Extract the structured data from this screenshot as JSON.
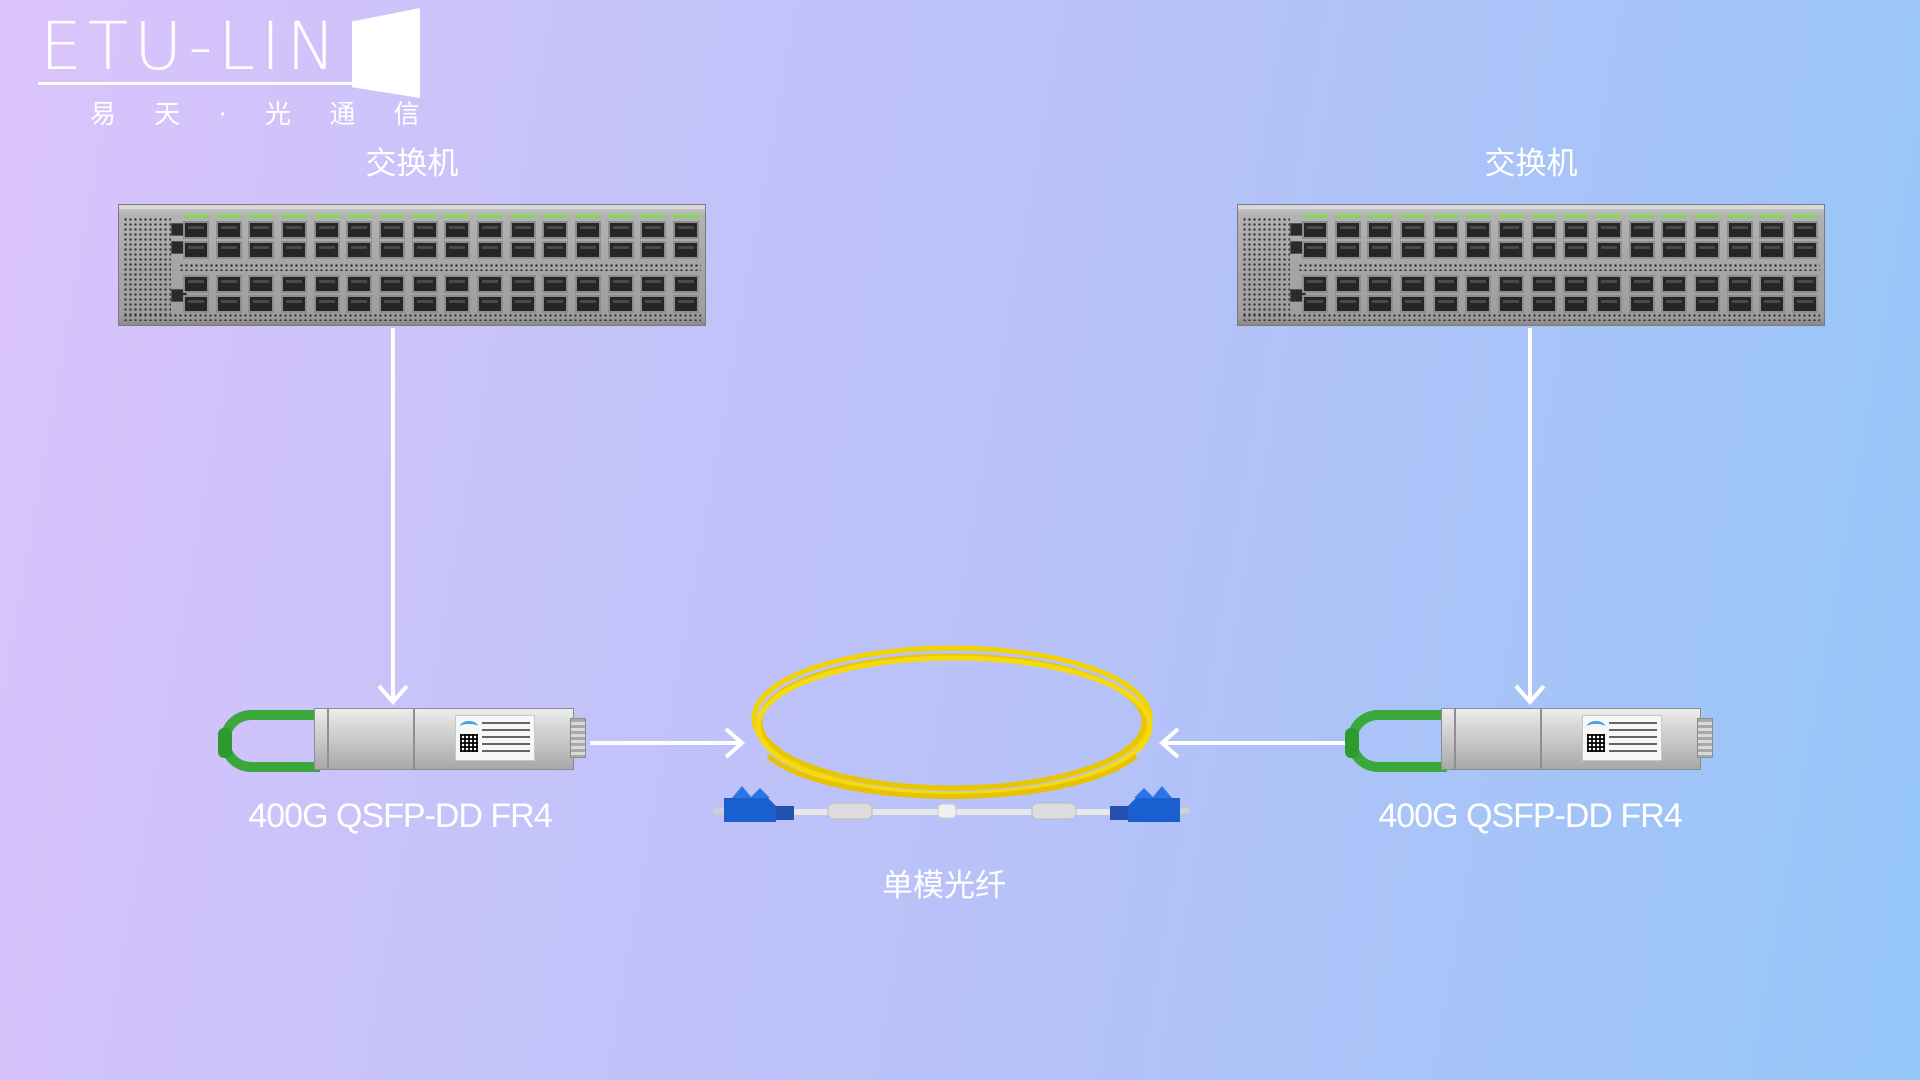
{
  "logo": {
    "brand": "ETU-LINK",
    "tagline": "易 天 · 光 通 信"
  },
  "left_switch": {
    "title": "交换机"
  },
  "right_switch": {
    "title": "交换机"
  },
  "left_module": {
    "label": "400G QSFP-DD FR4"
  },
  "right_module": {
    "label": "400G QSFP-DD FR4"
  },
  "fiber": {
    "label": "单模光纤"
  },
  "colors": {
    "background_start": "#dcc3fb",
    "background_end": "#95c6f8",
    "arrow": "#ffffff",
    "fiber_yellow": "#f2d200",
    "connector_blue": "#1a5fd0",
    "pull_tab_green": "#3aa83a",
    "status_led_green": "#7fdc4e"
  },
  "icons": {
    "switch": "network-switch-image",
    "module": "qsfp-dd-transceiver-image",
    "fiber": "single-mode-fiber-patch-cord-image"
  }
}
